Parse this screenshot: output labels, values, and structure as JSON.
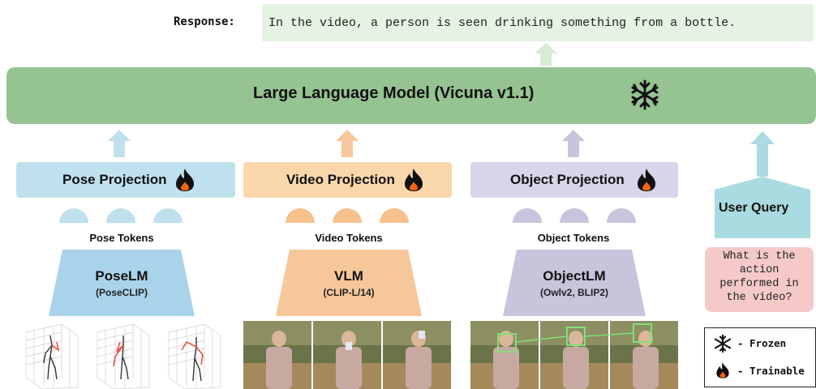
{
  "response": {
    "label": "Response:",
    "text": "In the video, a person is seen drinking something from a bottle."
  },
  "llm": {
    "title": "Large Language Model (Vicuna v1.1)"
  },
  "branches": {
    "pose": {
      "projection": "Pose Projection",
      "tokens": "Pose Tokens",
      "model": "PoseLM",
      "model_sub": "(PoseCLIP)"
    },
    "video": {
      "projection": "Video Projection",
      "tokens": "Video Tokens",
      "model": "VLM",
      "model_sub": "(CLIP-L/14)"
    },
    "object": {
      "projection": "Object Projection",
      "tokens": "Object Tokens",
      "model": "ObjectLM",
      "model_sub": "(Owlv2, BLIP2)"
    }
  },
  "user_query": {
    "title": "User Query",
    "question_lines": [
      "What is the",
      "action",
      "performed in",
      "the video?"
    ]
  },
  "legend": {
    "frozen": "- Frozen",
    "trainable": "- Trainable"
  },
  "colors": {
    "llm": "#96c392",
    "pose": "#bfe1ee",
    "video": "#f9d7ab",
    "object": "#d8d4e9",
    "query": "#f6c9c9",
    "response": "#e4f3e2"
  }
}
